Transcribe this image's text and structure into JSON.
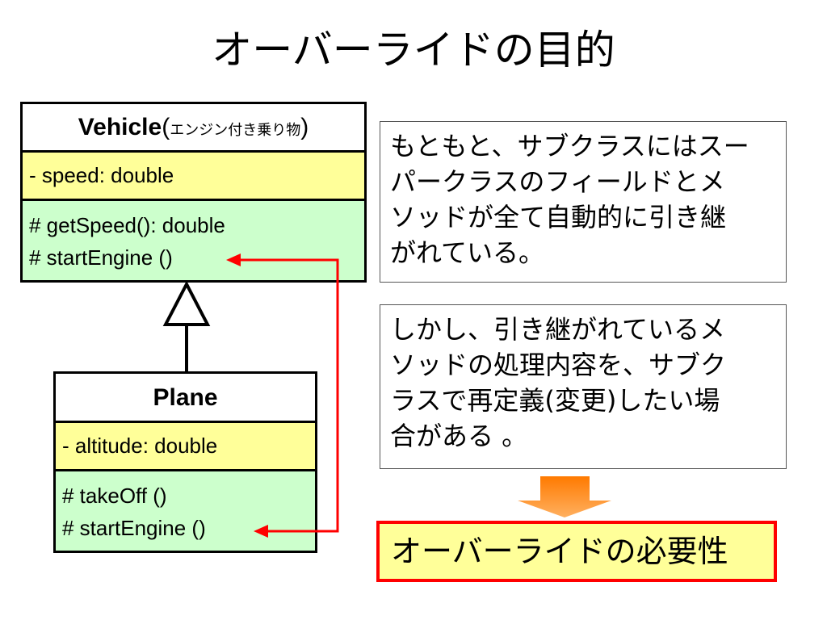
{
  "title": "オーバーライドの目的",
  "vehicle": {
    "name": "Vehicle",
    "paren_open": "(",
    "jp_name": "エンジン付き乗り物",
    "paren_close": ")",
    "attribute": "- speed: double",
    "operations": [
      "# getSpeed(): double",
      "# startEngine ()"
    ]
  },
  "plane": {
    "name": "Plane",
    "attribute": "- altitude: double",
    "operations": [
      "# takeOff ()",
      "# startEngine ()"
    ]
  },
  "box1": {
    "lines": [
      "もともと、サブクラスにはスー",
      "パークラスのフィールドとメ",
      "ソッドが全て自動的に引き継",
      "がれている。"
    ]
  },
  "box2": {
    "lines": [
      "しかし、引き継がれているメ",
      "ソッドの処理内容を、サブク",
      "ラスで再定義(変更)したい場",
      "合がある 。"
    ]
  },
  "conclusion": "オーバーライドの必要性",
  "colors": {
    "attribute_bg": "#ffff99",
    "operation_bg": "#ccffcc",
    "arrow_red": "#ff0000",
    "down_arrow_orange": "#ff8c1a"
  }
}
